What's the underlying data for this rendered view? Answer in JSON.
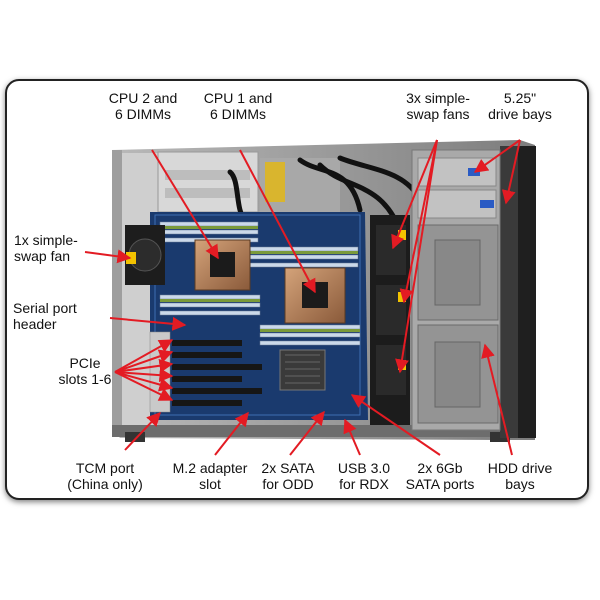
{
  "colors": {
    "arrow": "#e31b23",
    "board": "#1a3a6e",
    "chassis": "#8c8c8c",
    "frame": "#222222"
  },
  "labels": {
    "cpu2": "CPU 2 and\n6 DIMMs",
    "cpu1": "CPU 1 and\n6 DIMMs",
    "fans3": "3x simple-\nswap fans",
    "drivebays525": "5.25\"\ndrive bays",
    "fan1": "1x simple-\nswap fan",
    "serial": "Serial port\nheader",
    "pcie": "PCIe\nslots 1-6",
    "tcm": "TCM port\n(China only)",
    "m2": "M.2 adapter\nslot",
    "sata_odd": "2x SATA\nfor ODD",
    "usb": "USB 3.0\nfor RDX",
    "sata6gb": "2x 6Gb\nSATA ports",
    "hdd": "HDD drive\nbays"
  }
}
